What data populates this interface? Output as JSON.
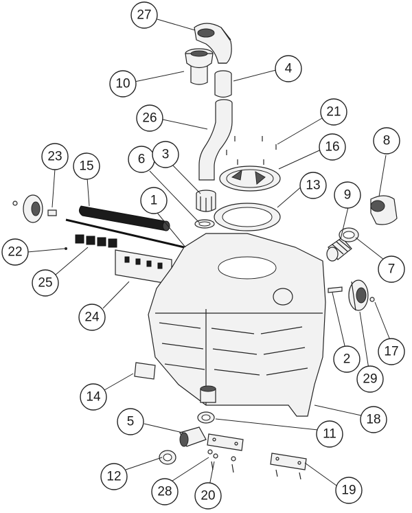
{
  "callouts": [
    {
      "id": "27",
      "label": "27"
    },
    {
      "id": "10",
      "label": "10"
    },
    {
      "id": "4",
      "label": "4"
    },
    {
      "id": "26",
      "label": "26"
    },
    {
      "id": "21",
      "label": "21"
    },
    {
      "id": "8",
      "label": "8"
    },
    {
      "id": "16",
      "label": "16"
    },
    {
      "id": "23",
      "label": "23"
    },
    {
      "id": "15",
      "label": "15"
    },
    {
      "id": "6",
      "label": "6"
    },
    {
      "id": "3",
      "label": "3"
    },
    {
      "id": "13",
      "label": "13"
    },
    {
      "id": "1",
      "label": "1"
    },
    {
      "id": "9",
      "label": "9"
    },
    {
      "id": "22",
      "label": "22"
    },
    {
      "id": "25",
      "label": "25"
    },
    {
      "id": "7",
      "label": "7"
    },
    {
      "id": "24",
      "label": "24"
    },
    {
      "id": "2",
      "label": "2"
    },
    {
      "id": "17",
      "label": "17"
    },
    {
      "id": "29",
      "label": "29"
    },
    {
      "id": "14",
      "label": "14"
    },
    {
      "id": "18",
      "label": "18"
    },
    {
      "id": "5",
      "label": "5"
    },
    {
      "id": "11",
      "label": "11"
    },
    {
      "id": "12",
      "label": "12"
    },
    {
      "id": "28",
      "label": "28"
    },
    {
      "id": "20",
      "label": "20"
    },
    {
      "id": "19",
      "label": "19"
    }
  ],
  "colors": {
    "line": "#222222",
    "fill": "#f2f2f2",
    "dark": "#1b1b1b"
  }
}
